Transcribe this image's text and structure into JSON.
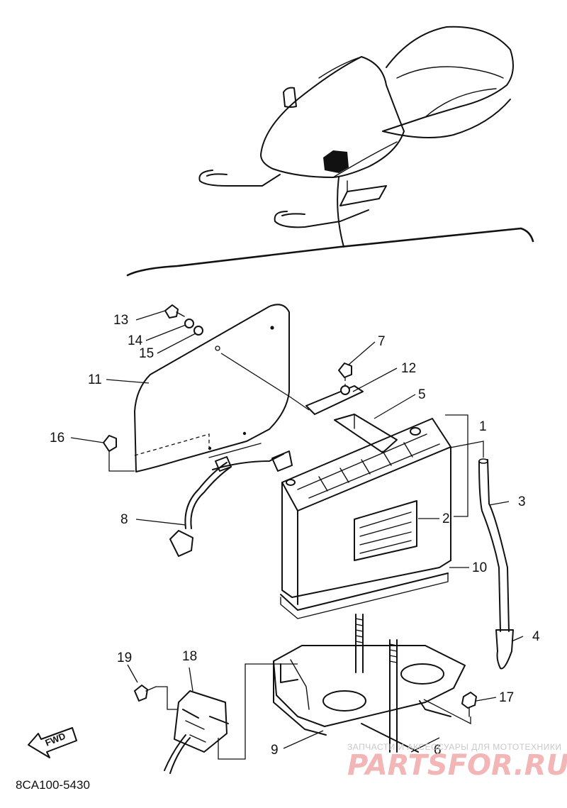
{
  "diagram": {
    "part_code": "8CA100-5430",
    "fwd_label": "FWD",
    "callouts": {
      "c1": "1",
      "c2": "2",
      "c3": "3",
      "c4": "4",
      "c5": "5",
      "c6": "6",
      "c7": "7",
      "c8": "8",
      "c9": "9",
      "c10": "10",
      "c11": "11",
      "c12": "12",
      "c13": "13",
      "c14": "14",
      "c15": "15",
      "c16": "16",
      "c17": "17",
      "c18": "18",
      "c19": "19"
    }
  },
  "watermark": {
    "tagline": "ЗАПЧАСТИ И АКСЕССУАРЫ ДЛЯ МОТОТЕХНИКИ",
    "brand": "PARTSFOR.RU"
  },
  "colors": {
    "line": "#111111",
    "watermark_brand": "#f2b6b6",
    "watermark_tagline": "#c8c8c8"
  }
}
